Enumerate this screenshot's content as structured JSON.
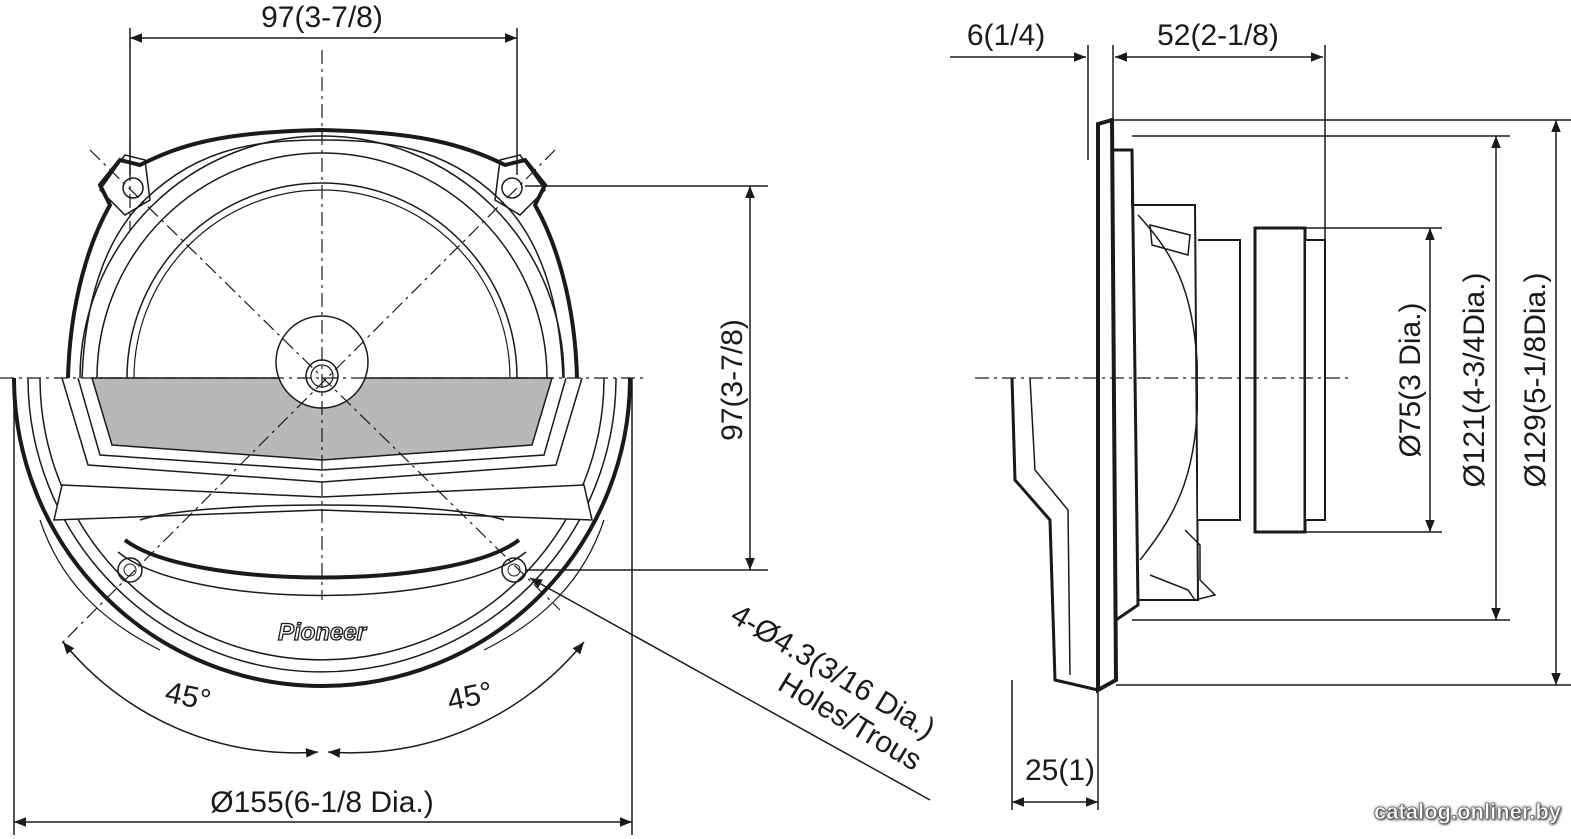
{
  "front_view": {
    "dim_top_width": "97(3-7/8)",
    "dim_right_height": "97(3-7/8)",
    "dim_diameter": "Ø155(6-1/8 Dia.)",
    "angle_left": "45°",
    "angle_right": "45°",
    "holes_line1": "4-Ø4.3(3/16 Dia.)",
    "holes_line2": "Holes/Trous",
    "brand_logo": "Pioneer"
  },
  "side_view": {
    "dim_flange": "6(1/4)",
    "dim_depth": "52(2-1/8)",
    "dim_mount_depth": "25(1)",
    "dim_magnet": "Ø75(3 Dia.)",
    "dim_cutout": "Ø121(4-3/4Dia.)",
    "dim_frame": "Ø129(5-1/8Dia.)"
  },
  "watermark": "catalog.onliner.by"
}
